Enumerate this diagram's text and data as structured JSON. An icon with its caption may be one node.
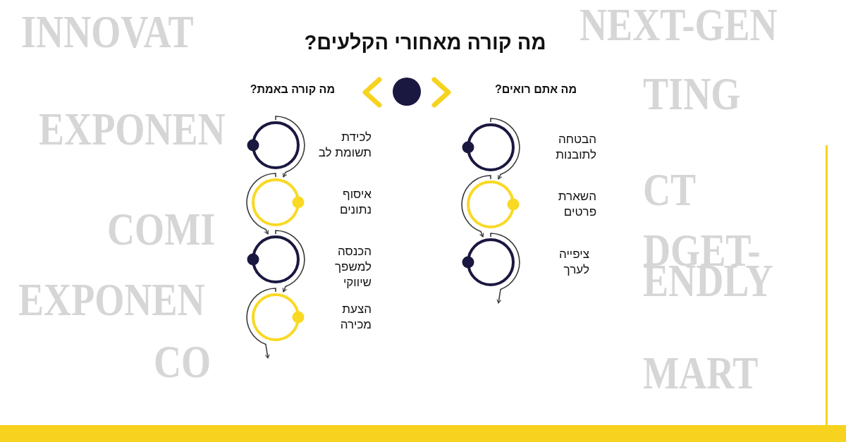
{
  "diagram": {
    "title": "מה קורה מאחורי הקלעים?",
    "nodes": [
      {
        "text": [],
        "shape": "circle",
        "beside": [
          "לכידת תשומת לב"
        ]
      },
      {
        "text": [],
        "shape": "circle",
        "beside": [
          "איסוף נתונים"
        ]
      },
      {
        "text": [],
        "shape": "circle",
        "beside": [
          "הכנסה למשפך שיווקי"
        ]
      },
      {
        "text": [],
        "shape": "circle",
        "beside": [
          "הצעת מכירה"
        ]
      },
      {
        "text": [],
        "shape": "circle",
        "beside": [
          "הבטחה לתובנות"
        ]
      },
      {
        "text": [],
        "shape": "circle",
        "beside": [
          "השארת פרטים"
        ]
      },
      {
        "text": [],
        "shape": "circle",
        "beside": [
          "ציפייה לערך"
        ]
      }
    ],
    "edges": [
      {
        "from": 0,
        "to": 1,
        "arrow": "to"
      },
      {
        "from": 1,
        "to": 2,
        "arrow": "to"
      },
      {
        "from": 2,
        "to": 3,
        "arrow": "to"
      },
      {
        "from": 3,
        "to": null,
        "arrow": "to"
      },
      {
        "from": 4,
        "to": 5,
        "arrow": "to"
      },
      {
        "from": 5,
        "to": 6,
        "arrow": "to"
      },
      {
        "from": 6,
        "to": null,
        "arrow": "to"
      }
    ],
    "labels": [
      "INNOVAT",
      "NEXT-GEN",
      "מה קורה באמת?",
      "מה אתם רואים?",
      "TING",
      "EXPONEN",
      "COMI",
      "CT",
      "EXPONEN",
      "DGET-",
      "ENDLY",
      "CO",
      "MART"
    ]
  }
}
